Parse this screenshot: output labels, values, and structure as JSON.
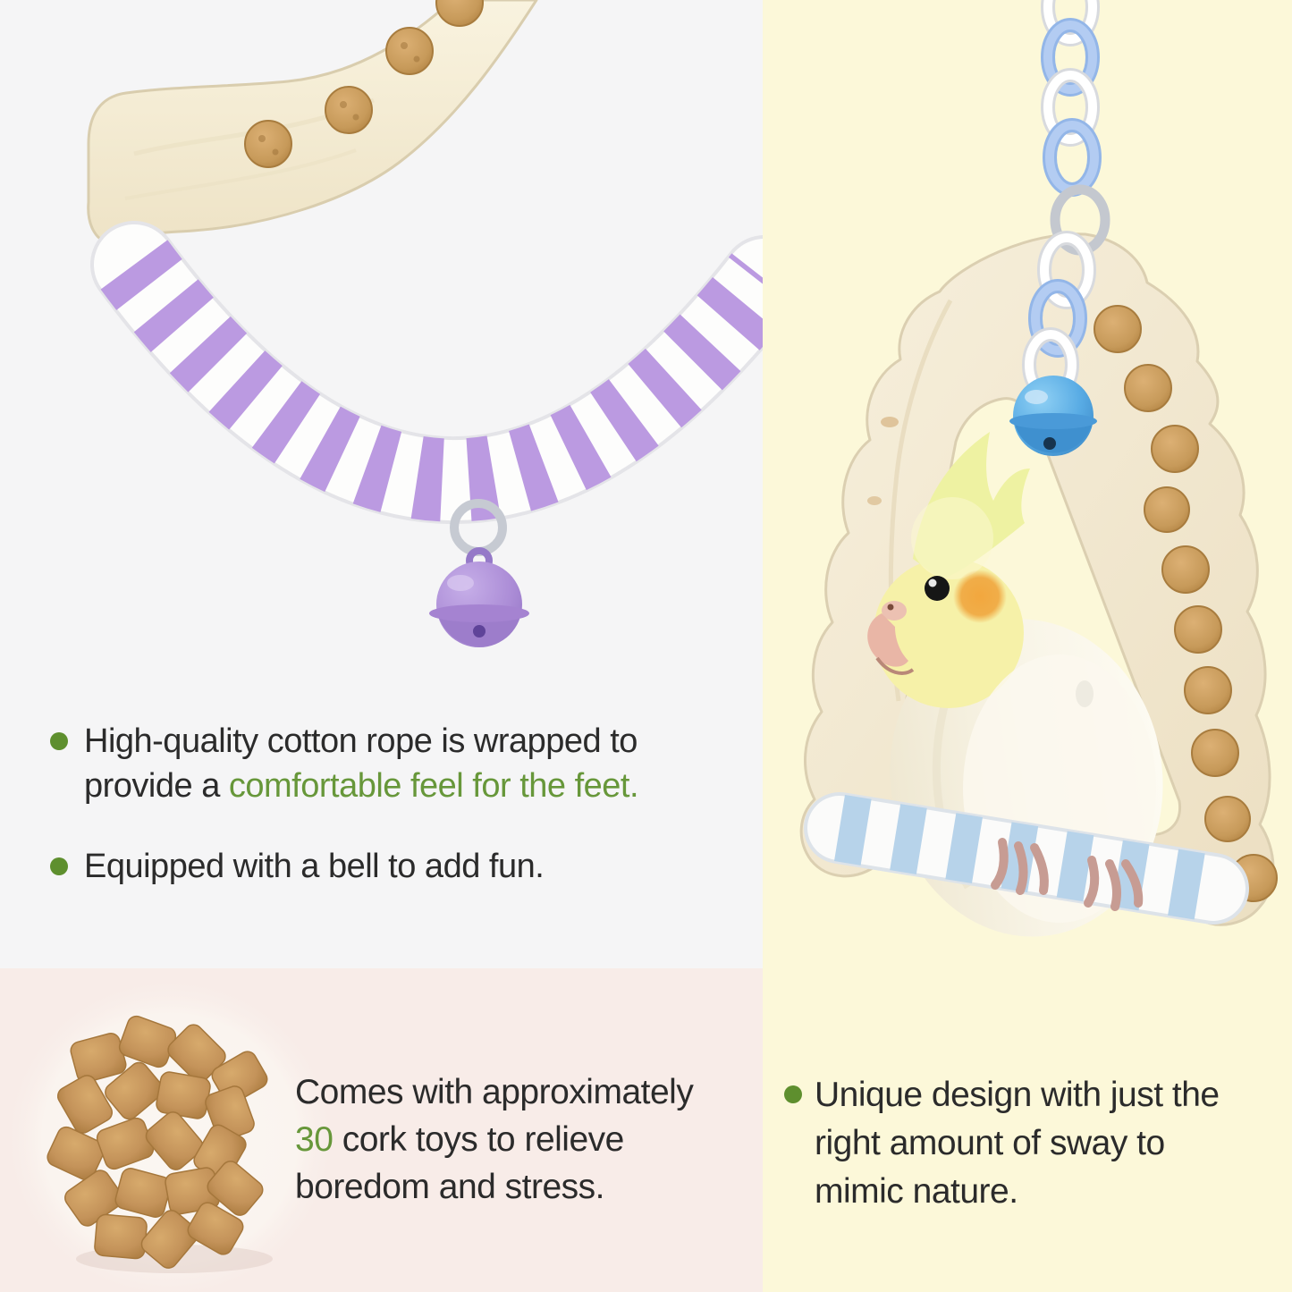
{
  "colors": {
    "accent_green": "#67973a",
    "bullet_dot_green": "#5e8f2e",
    "body_text": "#2b2b2b",
    "left_bg": "#f5f5f6",
    "pink_bg": "#f8ece8",
    "yellow_bg": "#fcf8d9",
    "purple_rope": "#bb9ae1",
    "white_rope": "#fdfdfc",
    "blue_rope": "#b7d3ea",
    "purple_bell": "#ae90d9",
    "blue_bell": "#58abe4",
    "chain_blue": "#aac7f0",
    "chain_white": "#ffffff",
    "wood_cream": "#f4ecd5",
    "cork_brown": "#c4935a"
  },
  "left_panel": {
    "bullet1_line1": "High-quality cotton rope is wrapped to",
    "bullet1_line2_plain": "provide a ",
    "bullet1_line2_highlight": "comfortable feel for the feet.",
    "bullet2": "Equipped with a bell to add fun."
  },
  "cork_section": {
    "line1": "Comes with approximately",
    "count": "30",
    "line2_rest": " cork toys to relieve",
    "line3": "boredom and stress."
  },
  "right_panel": {
    "line1": "Unique design with just the",
    "line2": "right amount of sway to",
    "line3": "mimic nature."
  }
}
